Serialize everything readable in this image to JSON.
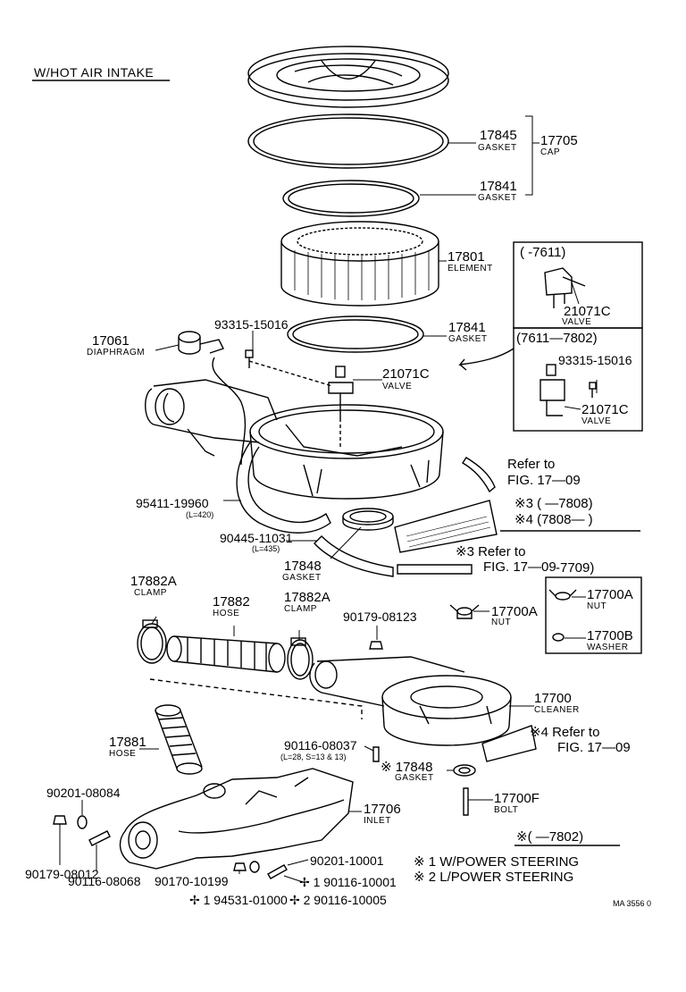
{
  "title": "W/HOT AIR INTAKE",
  "parts": {
    "p17845": {
      "num": "17845",
      "name": "GASKET"
    },
    "p17705": {
      "num": "17705",
      "name": "CAP"
    },
    "p17841a": {
      "num": "17841",
      "name": "GASKET"
    },
    "p17801": {
      "num": "17801",
      "name": "ELEMENT"
    },
    "p17841b": {
      "num": "17841",
      "name": "GASKET"
    },
    "p93315a": {
      "num": "93315-15016"
    },
    "p17061": {
      "num": "17061",
      "name": "DIAPHRAGM"
    },
    "p21071c_main": {
      "num": "21071C",
      "name": "VALVE"
    },
    "p95411": {
      "num": "95411-19960",
      "note": "(L=420)"
    },
    "p90445": {
      "num": "90445-11031",
      "note": "(L=435)"
    },
    "p17848a": {
      "num": "17848",
      "name": "GASKET"
    },
    "p17882a_l": {
      "num": "17882A",
      "name": "CLAMP"
    },
    "p17882": {
      "num": "17882",
      "name": "HOSE"
    },
    "p17882a_r": {
      "num": "17882A",
      "name": "CLAMP"
    },
    "p90179a": {
      "num": "90179-08123"
    },
    "p17700a": {
      "num": "17700A",
      "name": "NUT"
    },
    "p17700": {
      "num": "17700",
      "name": "CLEANER"
    },
    "p17881": {
      "num": "17881",
      "name": "HOSE"
    },
    "p90116a": {
      "num": "90116-08037",
      "note": "(L=28, S=13 & 13)"
    },
    "p17848b": {
      "num": "※ 17848",
      "name": "GASKET"
    },
    "p17700f": {
      "num": "17700F",
      "name": "BOLT"
    },
    "p17706": {
      "num": "17706",
      "name": "INLET"
    },
    "p90201a": {
      "num": "90201-08084"
    },
    "p90179b": {
      "num": "90179-08012"
    },
    "p90116b": {
      "num": "90116-08068"
    },
    "p90170": {
      "num": "90170-10199"
    },
    "p90201b": {
      "num": "90201-10001"
    },
    "p90116c": {
      "num": "✢ 1   90116-10001"
    },
    "p94531": {
      "num": "✢ 1   94531-01000"
    },
    "p90116d": {
      "num": "✢ 2   90116-10005"
    }
  },
  "box1": {
    "range": "(       -7611)",
    "num": "21071C",
    "name": "VALVE"
  },
  "box2": {
    "range": "(7611—7802)",
    "num1": "93315-15016",
    "num2": "21071C",
    "name2": "VALVE"
  },
  "box3": {
    "range": "-7709)",
    "num1": "17700A",
    "name1": "NUT",
    "num2": "17700B",
    "name2": "WASHER"
  },
  "refs": {
    "r1a": "Refer to",
    "r1b": "FIG. 17—09",
    "r2a": "※3   (          —7808)",
    "r2b": "※4   (7808—          )",
    "r3a": "※3  Refer to",
    "r3b": "FIG. 17—09",
    "r4a": "※4  Refer to",
    "r4b": "FIG. 17—09"
  },
  "notes": {
    "range": "※(         —7802)",
    "n1": "※ 1    W/POWER STEERING",
    "n2": "※ 2    L/POWER STEERING"
  },
  "catalog_code": "MA 3556 0"
}
